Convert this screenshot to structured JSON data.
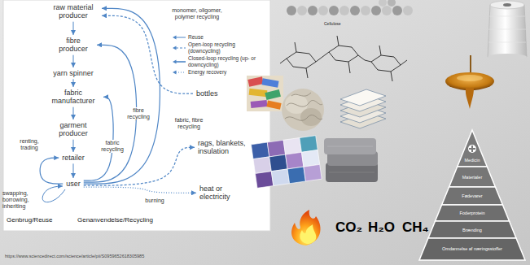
{
  "diagram": {
    "nodes": [
      {
        "text": [
          "raw material producer"
        ]
      },
      {
        "text": [
          "fibre producer"
        ]
      },
      {
        "text": [
          "yarn spinner"
        ]
      },
      {
        "text": [
          "fabric manufacturer"
        ]
      },
      {
        "text": [
          "garment producer"
        ]
      },
      {
        "text": [
          "retailer"
        ]
      },
      {
        "text": [
          "user"
        ]
      },
      {
        "text": [
          "bottles"
        ]
      },
      {
        "text": [
          "rags, blankets, insulation"
        ]
      },
      {
        "text": [
          "heat or electricity"
        ]
      }
    ],
    "edges": [
      {
        "from": 0,
        "to": 1,
        "arrow": "to"
      },
      {
        "from": 1,
        "to": 2,
        "arrow": "to"
      },
      {
        "from": 2,
        "to": 3,
        "arrow": "to"
      },
      {
        "from": 3,
        "to": 4,
        "arrow": "to"
      },
      {
        "from": 4,
        "to": 5,
        "arrow": "to"
      },
      {
        "from": 5,
        "to": 6,
        "arrow": "to"
      },
      {
        "from": 6,
        "to": 0,
        "label": "monomer, oligomer, polymer recycling",
        "arrow": "to"
      },
      {
        "from": 6,
        "to": 1,
        "label": "fibre recycling",
        "arrow": "to"
      },
      {
        "from": 6,
        "to": 3,
        "label": "fabric recycling",
        "arrow": "to"
      },
      {
        "from": 6,
        "to": 5,
        "label": "renting, trading",
        "arrow": "to"
      },
      {
        "from": 7,
        "to": 0,
        "arrow": "to"
      },
      {
        "from": 6,
        "to": 8,
        "label": "fabric, fibre recycling",
        "arrow": "to"
      },
      {
        "from": 6,
        "to": 9,
        "label": "burning",
        "arrow": "to"
      }
    ],
    "labels": [
      "swapping, borrowing, inheriting",
      "Genbrug/Reuse",
      "Genanvendelse/Recycling",
      "https://www.sciencedirect.com/science/article/pii/S0959652618305985",
      "Cellulose",
      "CO₂",
      "H₂O",
      "CH₄",
      "Medicin",
      "Materialer",
      "Fødevarer",
      "Foderprotein",
      "Brænding",
      "Omdannelse af næringsstoffer"
    ],
    "legend": [
      {
        "text": "Reuse"
      },
      {
        "text": "Open-loop recycling (downcycling)"
      },
      {
        "text": "Closed-loop recycling (up- or downcycling)"
      },
      {
        "text": "Energy recovery"
      }
    ]
  }
}
